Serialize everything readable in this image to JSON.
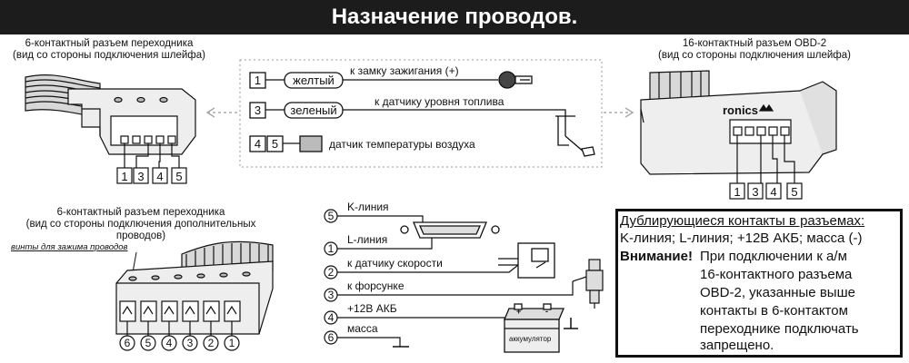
{
  "title": "Назначение проводов.",
  "top_left_connector": {
    "caption_line1": "6-контактный разъем переходника",
    "caption_line2": "(вид со стороны подключения шлейфа)",
    "pins": [
      "1",
      "3",
      "4",
      "5"
    ]
  },
  "top_right_connector": {
    "caption_line1": "16-контактный разъем OBD-2",
    "caption_line2": "(вид со стороны подключения шлейфа)",
    "brand_text": "ronics",
    "pins": [
      "1",
      "3",
      "4",
      "5"
    ]
  },
  "center_panel": {
    "rows": [
      {
        "pin": "1",
        "wire": "желтый",
        "target": "к замку зажигания (+)"
      },
      {
        "pin": "3",
        "wire": "зеленый",
        "target": "к датчику уровня топлива"
      }
    ],
    "sensor_pins": [
      "4",
      "5"
    ],
    "sensor_label": "датчик температуры воздуха"
  },
  "bottom_left_connector": {
    "caption_line1": "6-контактный разъем переходника",
    "caption_line2": "(вид со стороны подключения дополнительных проводов)",
    "screw_label": "винты для зажима проводов",
    "pins": [
      "6",
      "5",
      "4",
      "3",
      "2",
      "1"
    ]
  },
  "bottom_wires": [
    {
      "pin": "5",
      "label": "K-линия"
    },
    {
      "pin": "1",
      "label": "L-линия"
    },
    {
      "pin": "2",
      "label": "к датчику скорости"
    },
    {
      "pin": "3",
      "label": "к форсунке"
    },
    {
      "pin": "4",
      "label": "+12В АКБ"
    },
    {
      "pin": "6",
      "label": "масса"
    }
  ],
  "battery_label": "аккумулятор",
  "battery_terminals": [
    "+",
    "-"
  ],
  "note": {
    "heading": "Дублирующиеся контакты в разъемах:",
    "line1": "K-линия; L-линия; +12В АКБ; масса (-)",
    "warning": "Внимание!",
    "line2": "При подключении к а/м",
    "line3": "16-контактного разъема",
    "line4": "OBD-2, указанные выше",
    "line5": "контакты в 6-контактом",
    "line6": "переходнике подключать",
    "line7": "запрещено."
  },
  "colors": {
    "title_bg": "#1c1c1c",
    "title_fg": "#ffffff",
    "line": "#111111",
    "dashed": "#999999",
    "connector_fill": "#dcdcdc",
    "sensor_fill": "#bbbbbb"
  }
}
